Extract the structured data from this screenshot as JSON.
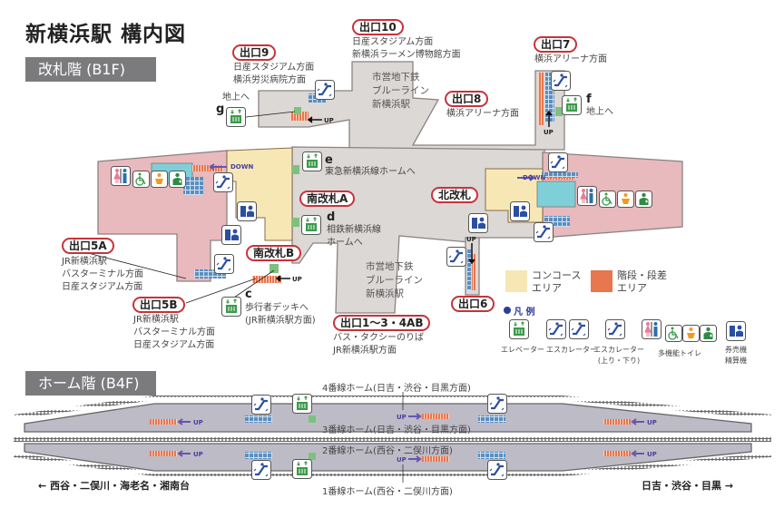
{
  "title": "新横浜駅 構内図",
  "floors": {
    "b1f": "改札階 (B1F)",
    "b4f": "ホーム階 (B4F)"
  },
  "exits": {
    "e10": {
      "label": "出口10",
      "lines": [
        "日産スタジアム方面",
        "新横浜ラーメン博物館方面"
      ]
    },
    "e9": {
      "label": "出口9",
      "lines": [
        "日産スタジアム方面",
        "横浜労災病院方面"
      ]
    },
    "e7": {
      "label": "出口7",
      "lines": [
        "横浜アリーナ方面"
      ]
    },
    "e8": {
      "label": "出口8",
      "lines": [
        "横浜アリーナ方面"
      ]
    },
    "e5a": {
      "label": "出口5A",
      "lines": [
        "JR新横浜駅",
        "バスターミナル方面",
        "日産スタジアム方面"
      ]
    },
    "e5b": {
      "label": "出口5B",
      "lines": [
        "JR新横浜駅",
        "バスターミナル方面",
        "日産スタジアム方面"
      ]
    },
    "e6": {
      "label": "出口6"
    },
    "e1": {
      "label": "出口1〜3・4AB",
      "lines": [
        "バス・タクシーのりば",
        "JR新横浜駅方面"
      ]
    }
  },
  "gates": {
    "south_a": "南改札A",
    "south_b": "南改札B",
    "north": "北改札"
  },
  "elevators": {
    "g": {
      "letter": "g",
      "lines": [
        "地上へ"
      ]
    },
    "e": {
      "letter": "e",
      "lines": [
        "東急新横浜線ホームへ"
      ]
    },
    "d": {
      "letter": "d",
      "lines": [
        "相鉄新横浜線",
        "ホームへ"
      ]
    },
    "c": {
      "letter": "c",
      "lines": [
        "歩行者デッキへ",
        "(JR新横浜駅方面)"
      ]
    },
    "f": {
      "letter": "f",
      "lines": [
        "地上へ"
      ]
    }
  },
  "subway": [
    "市営地下鉄",
    "ブルーライン",
    "新横浜駅"
  ],
  "arrows": {
    "up": "UP",
    "down": "DOWN"
  },
  "area_legend": {
    "concourse": [
      "コンコース",
      "エリア"
    ],
    "stairs": [
      "階段・段差",
      "エリア"
    ]
  },
  "legend": {
    "title": "凡 例",
    "elevator": "エレベーター",
    "escalator": "エスカレーター",
    "escalator_both": [
      "エスカレーター",
      "(上り・下り)"
    ],
    "toilet": "多機能トイレ",
    "ticket": [
      "券売機",
      "精算機"
    ]
  },
  "platforms": {
    "p4": "4番線ホーム(日吉・渋谷・目黒方面)",
    "p3": "3番線ホーム(日吉・渋谷・目黒方面)",
    "p2": "2番線ホーム(西谷・二俣川方面)",
    "p1": "1番線ホーム(西谷・二俣川方面)"
  },
  "directions": {
    "left": "← 西谷・二俣川・海老名・湘南台",
    "right": "日吉・渋谷・目黒 →"
  },
  "colors": {
    "concourse": "#f7e7b5",
    "stairs": "#e8764e",
    "pink": "#e8b9bd",
    "gray": "#dcd8d6",
    "exit_border": "#c8323a",
    "elevator": "#3b9a4a",
    "escalator": "#2b4fa0"
  }
}
